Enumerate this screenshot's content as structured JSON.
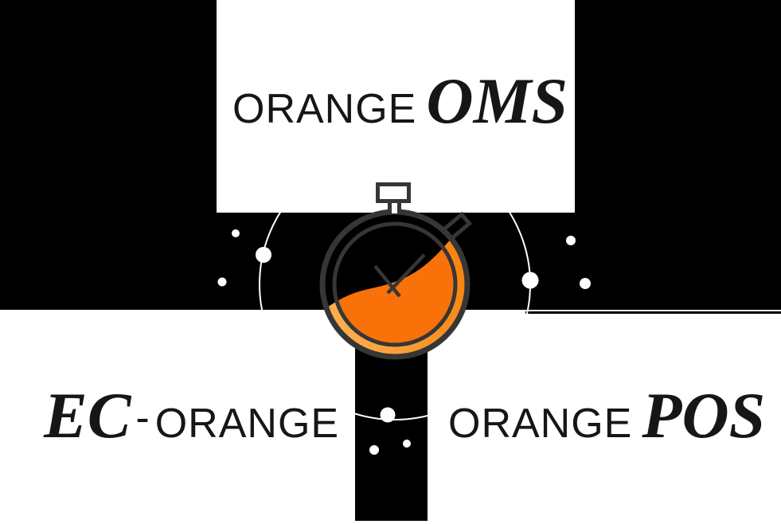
{
  "brand": {
    "top": {
      "prefix": "ORANGE",
      "suffix": "OMS"
    },
    "bottom_left": {
      "prefix": "EC",
      "separator": "-",
      "suffix": "ORANGE"
    },
    "bottom_right": {
      "prefix": "ORANGE",
      "suffix": "POS"
    }
  },
  "illustration": {
    "icon": "stopwatch-icon",
    "colors": {
      "background_panel": "#000000",
      "card_background": "#ffffff",
      "outline": "#363636",
      "orange_primary": "#F87109",
      "orange_light_start": "#FCB254",
      "orange_light_end": "#F8820C",
      "decor_white": "#FFFFFF",
      "text": "#161616"
    }
  }
}
